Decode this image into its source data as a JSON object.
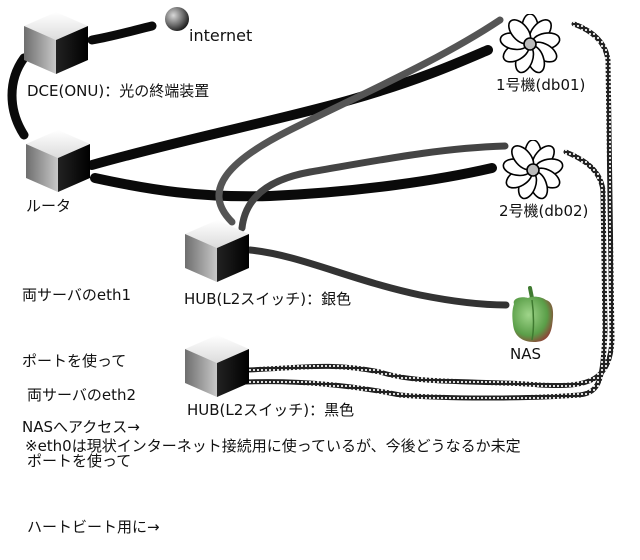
{
  "diagram": {
    "nodes": {
      "internet": {
        "label": "internet",
        "icon": "globe-sphere-icon"
      },
      "dce": {
        "label": "DCE(ONU)：光の終端装置",
        "icon": "cube-device-icon"
      },
      "router": {
        "label": "ルータ",
        "icon": "cube-device-icon"
      },
      "server1": {
        "label": "1号機(db01)",
        "icon": "flower-server-icon"
      },
      "server2": {
        "label": "2号機(db02)",
        "icon": "flower-server-icon"
      },
      "hub_silver": {
        "label": "HUB(L2スイッチ)：銀色",
        "icon": "cube-device-icon"
      },
      "hub_black": {
        "label": "HUB(L2スイッチ)：黒色",
        "icon": "cube-device-icon"
      },
      "nas": {
        "label": "NAS",
        "icon": "pepper-nas-icon"
      }
    },
    "notes": {
      "eth1": [
        "両サーバのeth1",
        "ポートを使って",
        "NASへアクセス→"
      ],
      "eth2": [
        "両サーバのeth2",
        "ポートを使って",
        "ハートビート用に→"
      ],
      "footer": "※eth0は現状インターネット接続用に使っているが、今後どうなるか未定"
    },
    "connections": [
      {
        "from": "dce",
        "to": "internet",
        "style": "thick-black"
      },
      {
        "from": "dce",
        "to": "router",
        "style": "thick-black"
      },
      {
        "from": "router",
        "to": "server1",
        "style": "thick-black",
        "port": "eth0"
      },
      {
        "from": "router",
        "to": "server2",
        "style": "thick-black",
        "port": "eth0"
      },
      {
        "from": "hub_silver",
        "to": "server1",
        "style": "silver",
        "port": "eth1"
      },
      {
        "from": "hub_silver",
        "to": "server2",
        "style": "silver",
        "port": "eth1"
      },
      {
        "from": "hub_silver",
        "to": "nas",
        "style": "silver"
      },
      {
        "from": "hub_black",
        "to": "server1",
        "style": "dotted-black",
        "port": "eth2"
      },
      {
        "from": "hub_black",
        "to": "server2",
        "style": "dotted-black",
        "port": "eth2"
      }
    ],
    "colors": {
      "thick_wire": "#0a0a0a",
      "silver_wire": "#555555",
      "dotted_wire": "#2a2a2a",
      "cube_light": "#f4f4f4",
      "cube_mid": "#8a8a8a",
      "cube_dark": "#0c0c0c",
      "pepper": "#6fb35a"
    }
  }
}
